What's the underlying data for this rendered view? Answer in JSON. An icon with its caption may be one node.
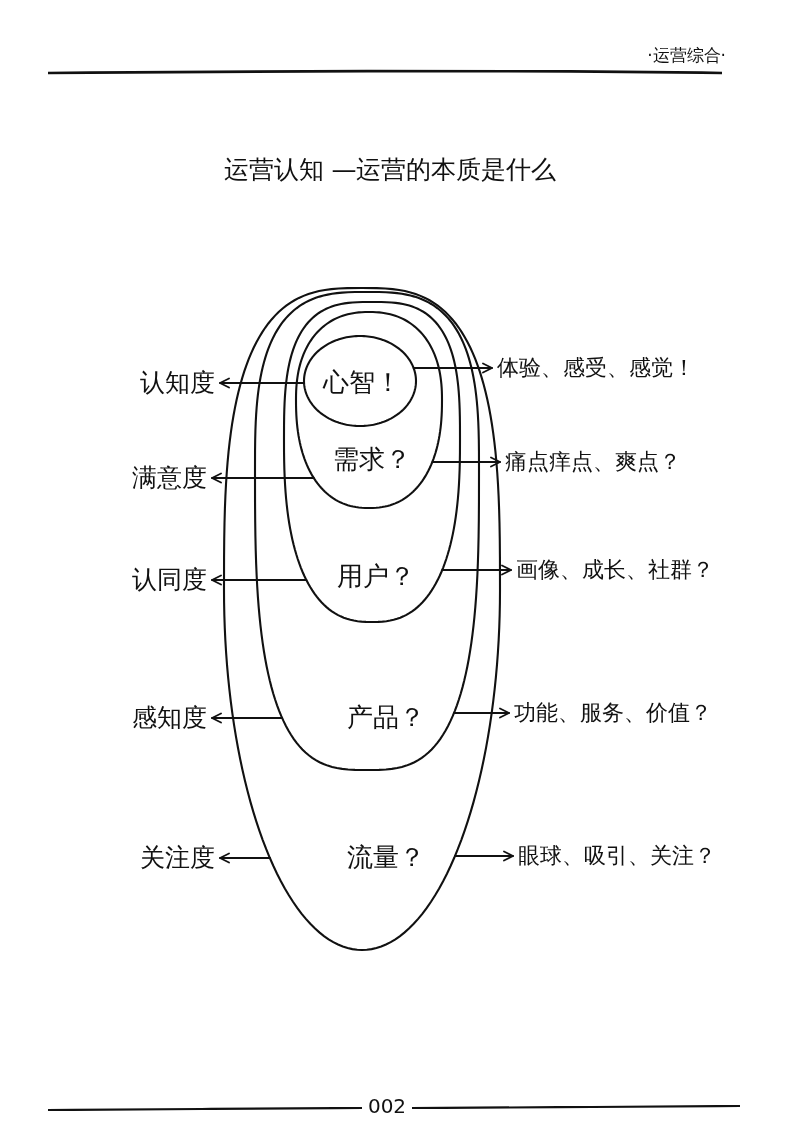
{
  "diagram": {
    "title": "运营认知 —运营的本质是什么",
    "nodes": [
      {
        "text": [
          "流量？"
        ]
      },
      {
        "text": [
          "产品？"
        ],
        "in": 0
      },
      {
        "text": [
          "用户？"
        ],
        "in": 1
      },
      {
        "text": [
          "需求？"
        ],
        "in": 2
      },
      {
        "text": [
          "心智！"
        ],
        "in": 3
      },
      {
        "text": [
          "认知度"
        ]
      },
      {
        "text": [
          "体验、感受、感觉！"
        ]
      },
      {
        "text": [
          "满意度"
        ]
      },
      {
        "text": [
          "痛点痒点、爽点？"
        ]
      },
      {
        "text": [
          "认同度"
        ]
      },
      {
        "text": [
          "画像、成长、社群？"
        ]
      },
      {
        "text": [
          "感知度"
        ]
      },
      {
        "text": [
          "功能、服务、价值？"
        ]
      },
      {
        "text": [
          "关注度"
        ]
      },
      {
        "text": [
          "眼球、吸引、关注？"
        ]
      }
    ],
    "edges": [
      {
        "from": 4,
        "to": 5,
        "arrow": "to"
      },
      {
        "from": 4,
        "to": 6,
        "arrow": "to"
      },
      {
        "from": 3,
        "to": 7,
        "arrow": "to"
      },
      {
        "from": 3,
        "to": 8,
        "arrow": "to"
      },
      {
        "from": 2,
        "to": 9,
        "arrow": "to"
      },
      {
        "from": 2,
        "to": 10,
        "arrow": "to"
      },
      {
        "from": 1,
        "to": 11,
        "arrow": "to"
      },
      {
        "from": 1,
        "to": 12,
        "arrow": "to"
      },
      {
        "from": 0,
        "to": 13,
        "arrow": "to"
      },
      {
        "from": 0,
        "to": 14,
        "arrow": "to"
      }
    ],
    "labels": [
      "·运营综合·",
      "002"
    ]
  }
}
